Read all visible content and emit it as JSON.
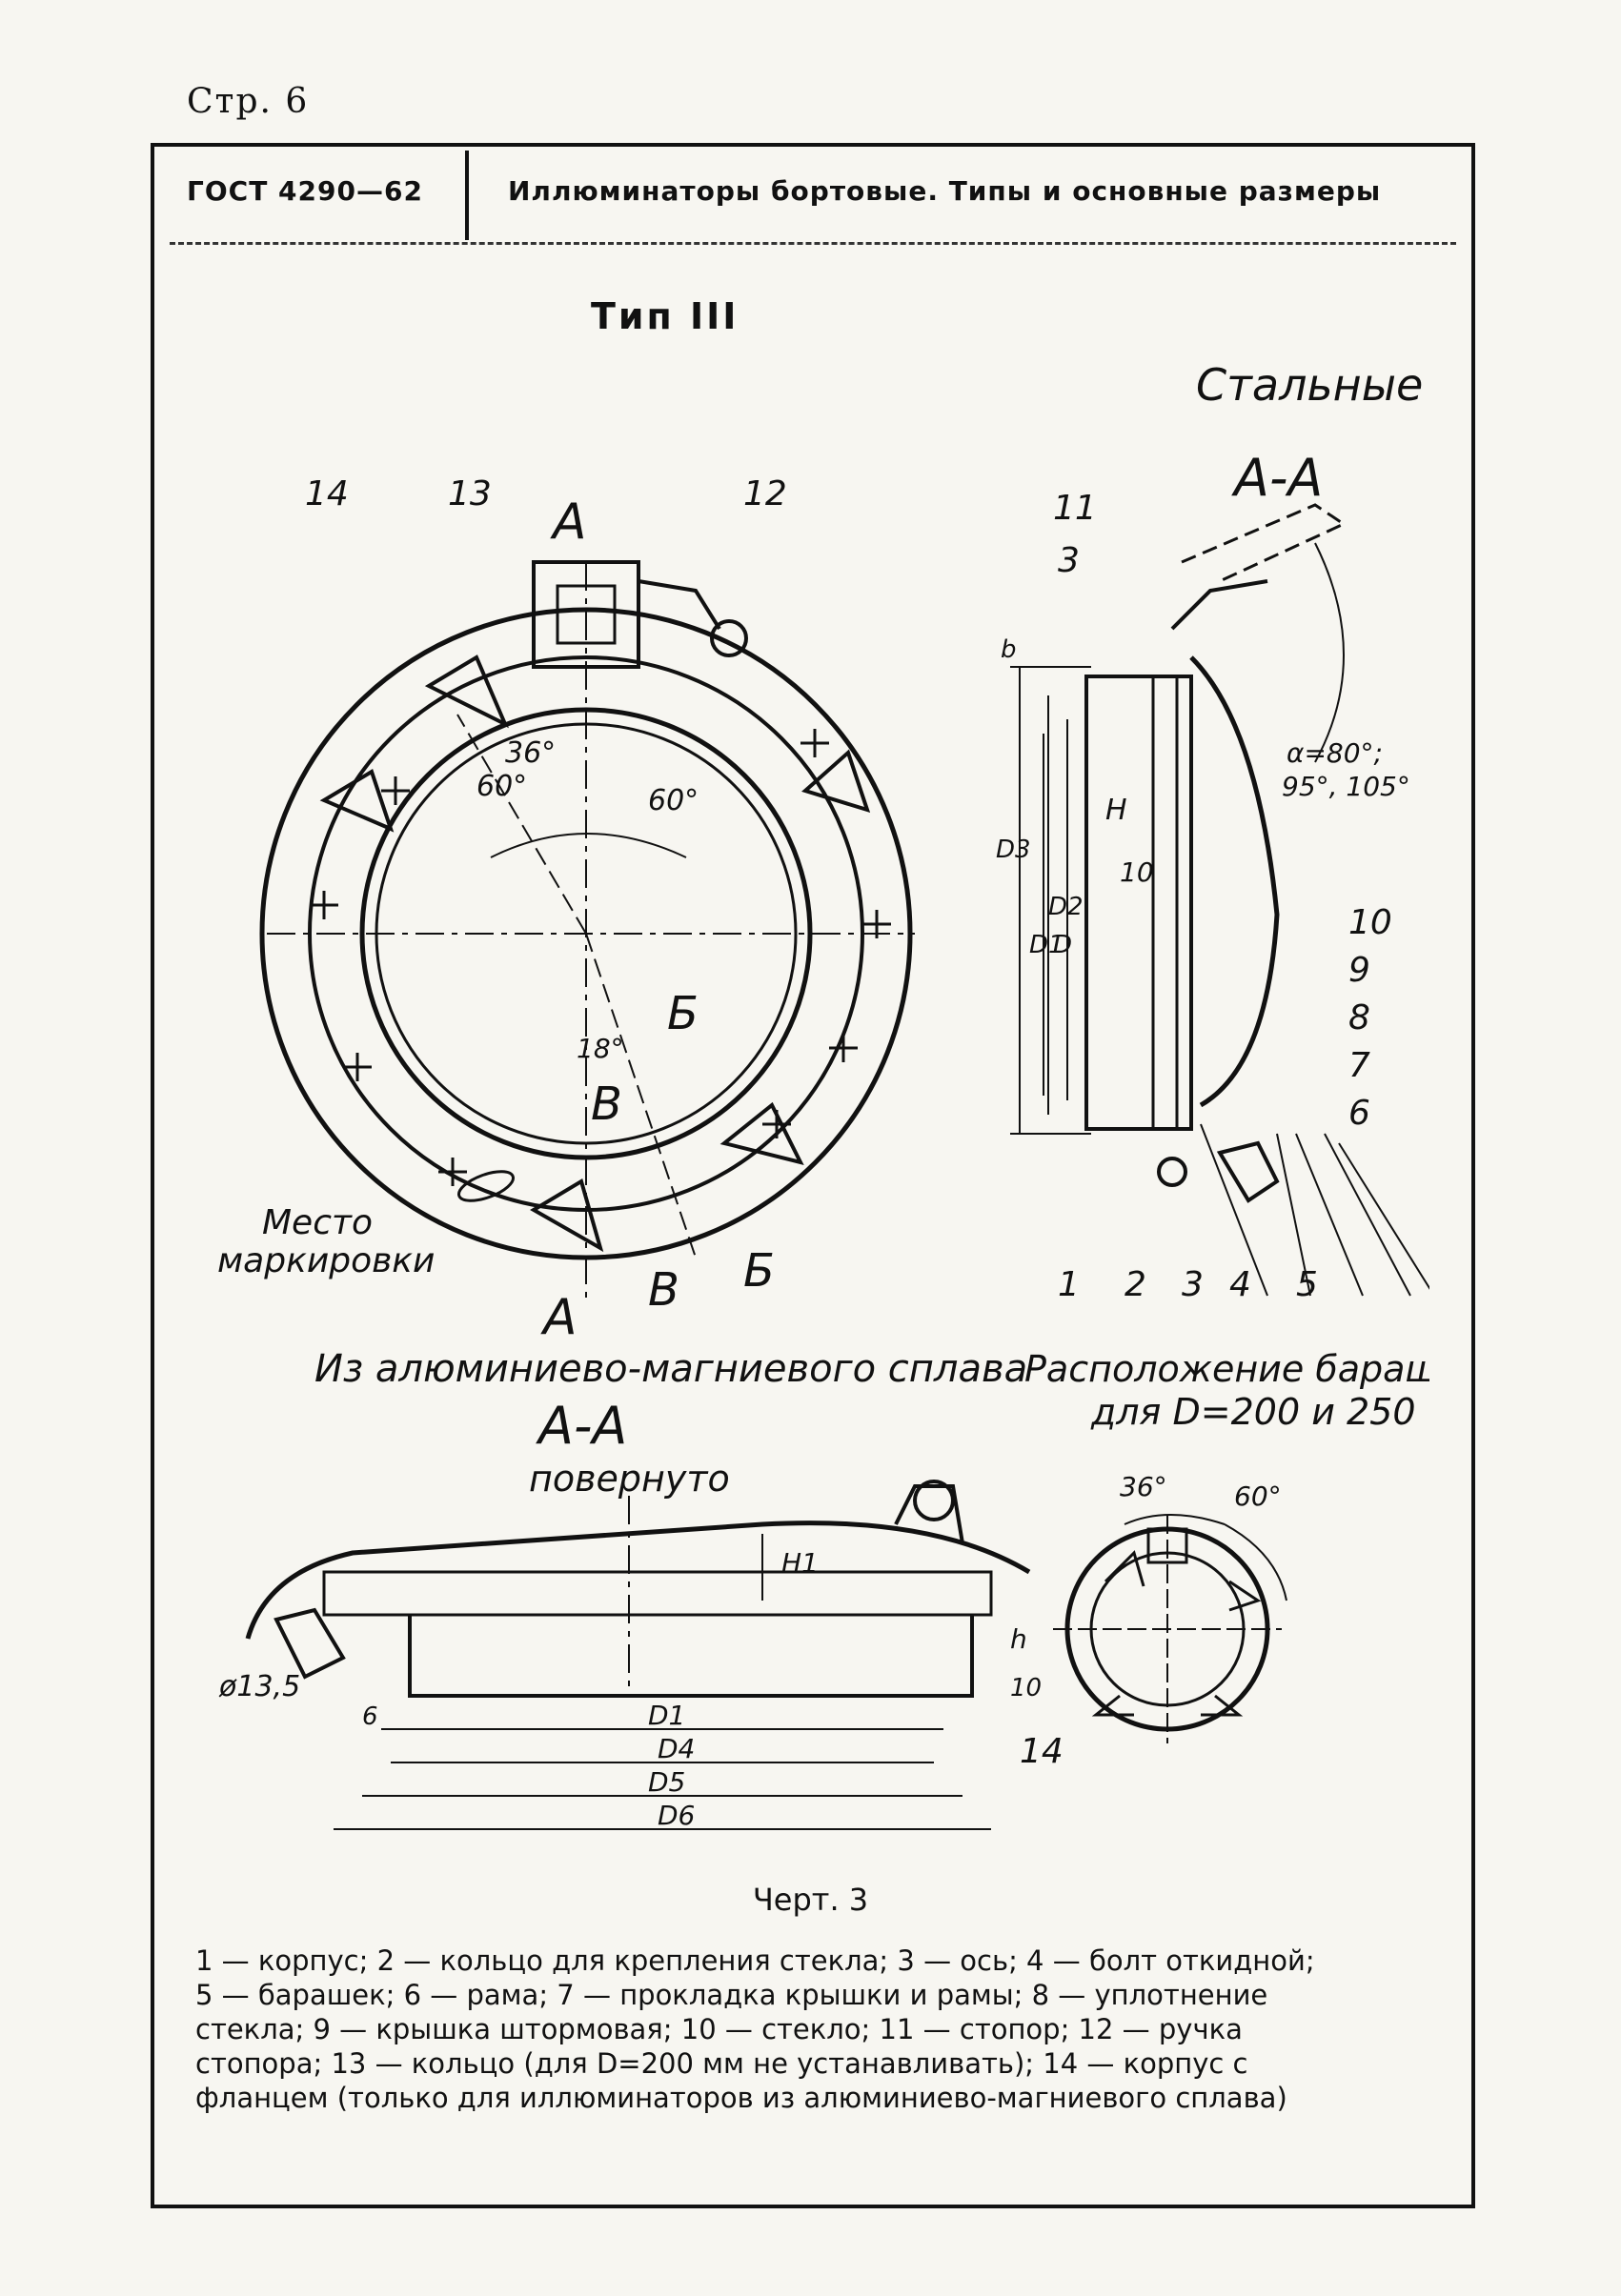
{
  "page": {
    "number": "Стр. 6"
  },
  "header": {
    "standard": "ГОСТ 4290—62",
    "title": "Иллюминаторы бортовые. Типы и основные размеры"
  },
  "drawing": {
    "type_title": "Тип III",
    "steel_label": "Стальные",
    "section_aa": "А-А",
    "alloy_label": "Из алюминиево-магниевого сплава",
    "rotated_label": "повернуто",
    "wingnut_label_1": "Расположение барашков",
    "wingnut_label_2": "для D=200 и 250",
    "marking_label_1": "Место",
    "marking_label_2": "маркировки",
    "angle_36": "36°",
    "angle_60": "60°",
    "angle_18": "18°",
    "angle_alpha": "α=80°;",
    "angle_alpha_2": "95°, 105°",
    "dim_D": "D",
    "dim_D1": "D1",
    "dim_D2": "D2",
    "dim_D3": "D3",
    "dim_D4": "D4",
    "dim_D5": "D5",
    "dim_D6": "D6",
    "dim_H": "H",
    "dim_H1": "H1",
    "dim_h": "h",
    "dim_b": "b",
    "dim_10": "10",
    "dim_phi": "ø13,5",
    "dim_6": "6",
    "sec_A": "А",
    "sec_B": "Б",
    "sec_V": "В",
    "callouts": [
      "1",
      "2",
      "3",
      "4",
      "5",
      "6",
      "7",
      "8",
      "9",
      "10",
      "11",
      "12",
      "13",
      "14"
    ]
  },
  "caption": "Черт. 3",
  "legend": {
    "line1": "1 — корпус; 2 — кольцо для крепления стекла; 3 — ось; 4 — болт откидной;",
    "line2": "5 — барашек; 6 — рама; 7 — прокладка крышки и рамы; 8 — уплотнение",
    "line3": "стекла; 9 — крышка штормовая; 10 — стекло; 11 — стопор; 12 — ручка",
    "line4": "стопора; 13 — кольцо (для D=200 мм не устанавливать); 14 — корпус с",
    "line5": "фланцем (только для иллюминаторов из алюминиево-магниевого сплава)"
  }
}
